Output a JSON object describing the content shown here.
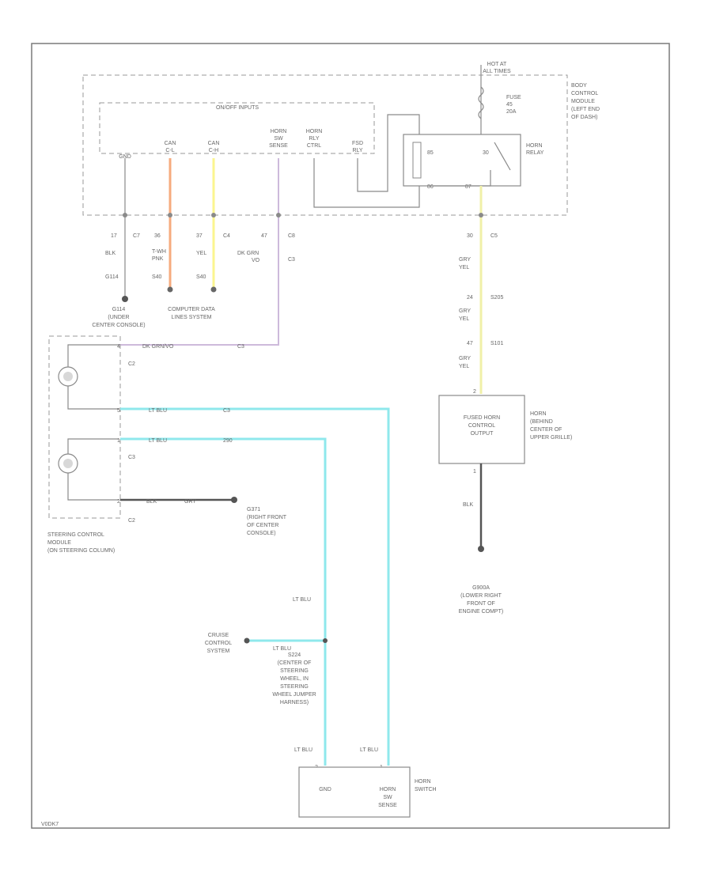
{
  "footer_code": "V0DK7",
  "labels": {
    "hot_at_all_times": [
      "HOT AT",
      "ALL TIMES"
    ],
    "fuse": [
      "FUSE",
      "45",
      "20A"
    ],
    "bcm": [
      "BODY",
      "CONTROL",
      "MODULE",
      "(LEFT END",
      "OF DASH)"
    ],
    "on_off_inputs": "ON/OFF INPUTS",
    "gnd_pin": "GND",
    "can_l": [
      "CAN",
      "C-L"
    ],
    "can_h": [
      "CAN",
      "C-H"
    ],
    "horn_sw_sense": [
      "HORN",
      "SW",
      "SENSE"
    ],
    "horn_relay_ctrl": [
      "HORN",
      "RLY",
      "CTRL"
    ],
    "fsd_rly": [
      "FSD",
      "RLY"
    ],
    "horn_relay": [
      "HORN",
      "RELAY"
    ],
    "relay_85": "85",
    "relay_86": "86",
    "relay_30": "30",
    "relay_87": "87",
    "pin_17": "17",
    "conn_c7": "C7",
    "wire_blk_1": "BLK",
    "splice_g114": "G114",
    "pin_36": "36",
    "wire_twh_pnk": [
      "T-WH",
      "PNK"
    ],
    "splice_s40_1": "S40",
    "pin_37": "37",
    "conn_c4_1": "C4",
    "wire_yel": "YEL",
    "splice_s40_2": "S40",
    "pin_47": "47",
    "conn_c8": "C8",
    "wire_dk_grn_vo": [
      "DK GRN",
      "VO"
    ],
    "conn_c3_top": "C3",
    "pin_30": "30",
    "conn_c5": "C5",
    "wire_gry_yel": [
      "GRY",
      "YEL"
    ],
    "pin_24": "24",
    "splice_s205": "S205",
    "pin_47b": "47",
    "splice_s101": "S101",
    "g114_desc": [
      "G114",
      "(UNDER",
      "CENTER CONSOLE)"
    ],
    "computer_data_lines": [
      "COMPUTER DATA",
      "LINES SYSTEM"
    ],
    "scm_pin_4": "4",
    "wire_dk_grn_c": "DK GRN/VO",
    "wire_c3_label": "C3",
    "conn_c2": "C2",
    "scm_pin_5": "5",
    "wire_lt_blu_1": "LT BLU",
    "wire_lt_blu_c3": "C3",
    "scm_pin_1": "1",
    "wire_lt_blu_2": "LT BLU",
    "wire_290": "290",
    "conn_c3": "C3",
    "scm_pin_2": "2",
    "wire_blk_gry_1": "BLK",
    "wire_blk_gry_2": "GRY",
    "conn_c2b": "C2",
    "g371_desc": [
      "G371",
      "(RIGHT FRONT",
      "OF CENTER",
      "CONSOLE)"
    ],
    "scm_desc": [
      "STEERING CONTROL",
      "MODULE",
      "(ON STEERING COLUMN)"
    ],
    "fused_horn_output": [
      "FUSED HORN",
      "CONTROL",
      "OUTPUT"
    ],
    "horn_desc": [
      "HORN",
      "(BEHIND",
      "CENTER OF",
      "UPPER GRILLE)"
    ],
    "horn_pin_2": "2",
    "horn_pin_1": "1",
    "wire_blk_horn": "BLK",
    "g900_desc": [
      "G900A",
      "(LOWER RIGHT",
      "FRONT OF",
      "ENGINE COMPT)"
    ],
    "wire_lt_blu_vert": "LT BLU",
    "cruise_control": [
      "CRUISE",
      "CONTROL",
      "SYSTEM"
    ],
    "wire_lt_blu_h": "LT BLU",
    "s224_desc": [
      "S224",
      "(CENTER OF",
      "STEERING",
      "WHEEL, IN",
      "STEERING",
      "WHEEL JUMPER",
      "HARNESS)"
    ],
    "wire_lt_blu_sw1": "LT BLU",
    "wire_lt_blu_sw2": "LT BLU",
    "sw_pin_2": "2",
    "sw_pin_1": "1",
    "horn_switch_gnd": "GND",
    "horn_switch_sense": [
      "HORN",
      "SW",
      "SENSE"
    ],
    "horn_switch": [
      "HORN",
      "SWITCH"
    ]
  },
  "colors": {
    "lt_blu": "#8fe8ec",
    "yel": "#fbf58f",
    "orange": "#f6ab7e",
    "dk_grn_vo": "#cdbadb",
    "gry_yel": "#f0f0a8",
    "blk": "#666666"
  }
}
